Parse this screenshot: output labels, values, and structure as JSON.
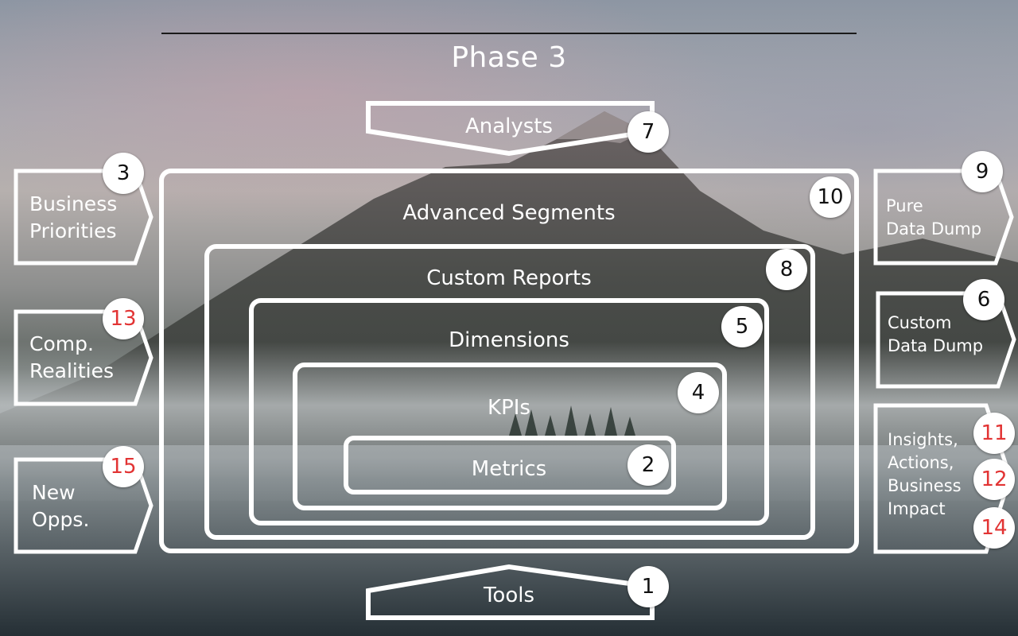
{
  "title": "Phase 3",
  "top_arrow": {
    "label": "Analysts",
    "badge": "7"
  },
  "bottom_arrow": {
    "label": "Tools",
    "badge": "1"
  },
  "nested_boxes": [
    {
      "label": "Advanced Segments",
      "badge": "10"
    },
    {
      "label": "Custom Reports",
      "badge": "8"
    },
    {
      "label": "Dimensions",
      "badge": "5"
    },
    {
      "label": "KPIs",
      "badge": "4"
    },
    {
      "label": "Metrics",
      "badge": "2"
    }
  ],
  "left_items": [
    {
      "line1": "Business",
      "line2": "Priorities",
      "badge": "3"
    },
    {
      "line1": "Comp.",
      "line2": "Realities",
      "badge": "13"
    },
    {
      "line1": "New",
      "line2": "Opps.",
      "badge": "15"
    }
  ],
  "right_items": [
    {
      "line1": "Pure",
      "line2": "Data Dump",
      "badge": "9"
    },
    {
      "line1": "Custom",
      "line2": "Data Dump",
      "badge": "6"
    },
    {
      "line1": "Insights,",
      "line2": "Actions,",
      "line3": "Business",
      "line4": "Impact",
      "badges": [
        "11",
        "12",
        "14"
      ]
    }
  ],
  "colors": {
    "outline": "#ffffff",
    "badge_text": "#111111",
    "badge_red": "#e23434"
  }
}
